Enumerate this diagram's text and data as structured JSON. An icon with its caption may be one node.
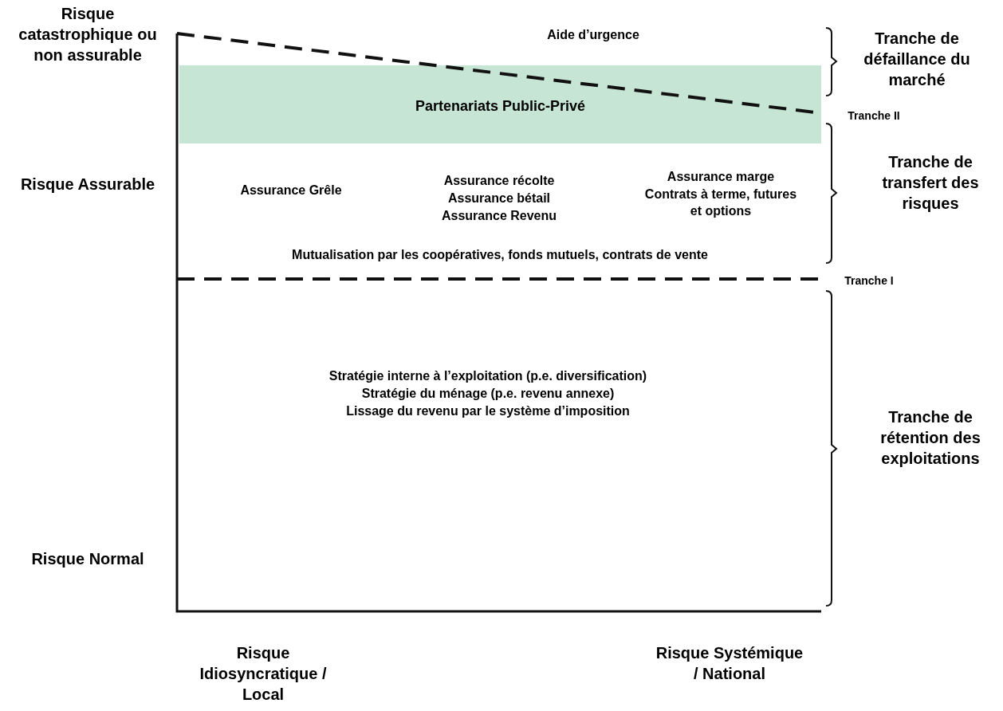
{
  "diagram": {
    "nodes": [
      {
        "text": [
          "Partenariats Public-Privé"
        ]
      }
    ],
    "labels": [
      "Risque catastrophique ou non assurable",
      "Aide d’urgence",
      "Tranche de défaillance du marché",
      "Tranche II",
      "Risque Assurable",
      "Assurance Grêle",
      "Assurance récolte",
      "Assurance bétail",
      "Assurance Revenu",
      "Assurance marge",
      "Contrats à terme, futures et options",
      "Tranche de transfert des risques",
      "Mutualisation par les coopératives, fonds mutuels, contrats de vente",
      "Tranche I",
      "Stratégie interne à l’exploitation (p.e. diversification)",
      "Stratégie du ménage (p.e. revenu annexe)",
      "Lissage du revenu par le système d’imposition",
      "Tranche de rétention des exploitations",
      "Risque Normal",
      "Risque Idiosyncratique / Local",
      "Risque Systémique / National"
    ]
  }
}
